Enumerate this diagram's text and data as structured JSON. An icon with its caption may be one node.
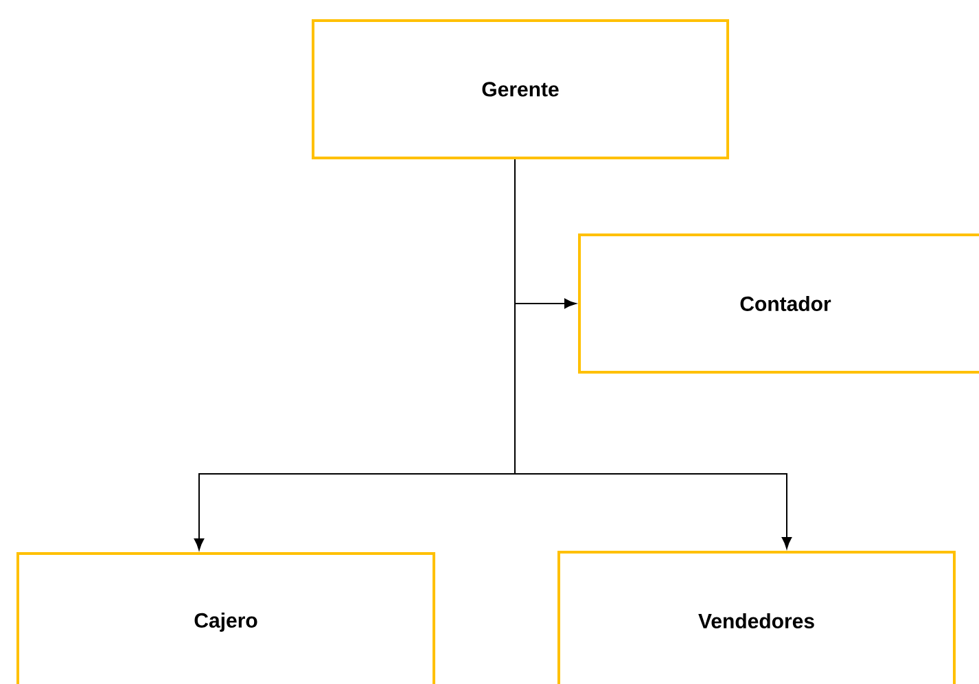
{
  "diagram": {
    "nodes": [
      {
        "text": [
          "Gerente"
        ]
      },
      {
        "text": [
          "Contador"
        ]
      },
      {
        "text": [
          "Cajero"
        ]
      },
      {
        "text": [
          "Vendedores"
        ]
      }
    ],
    "edges": [
      {
        "from": 0,
        "to": 1,
        "arrow": "to"
      },
      {
        "from": 0,
        "to": 2,
        "arrow": "to"
      },
      {
        "from": 0,
        "to": 3,
        "arrow": "to"
      }
    ]
  }
}
